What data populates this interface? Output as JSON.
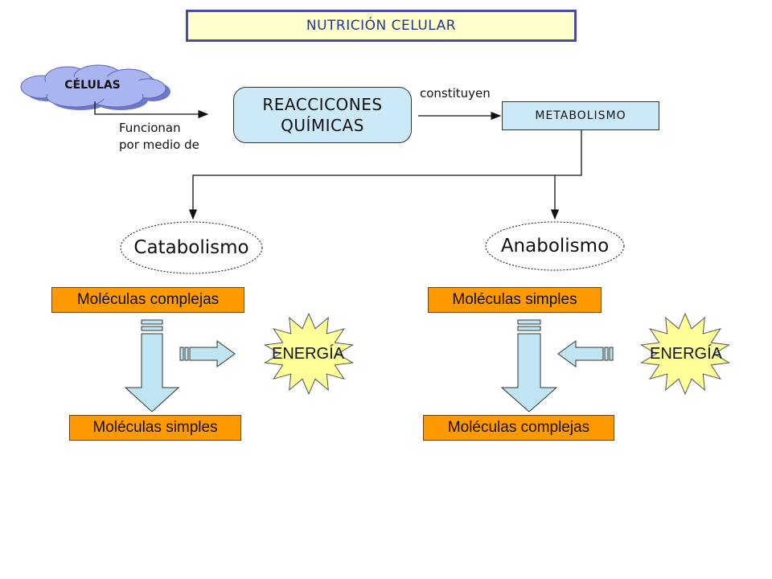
{
  "title": "NUTRICIÓN CELULAR",
  "cells": {
    "label": "CÉLULAS"
  },
  "function_label_line1": "Funcionan",
  "function_label_line2": "por medio de",
  "reactions": {
    "line1": "REACCICONES",
    "line2": "QUÍMICAS"
  },
  "constitute_label": "constituyen",
  "metabolism": "METABOLISMO",
  "catabolism": {
    "title": "Catabolismo",
    "from": "Moléculas complejas",
    "to": "Moléculas simples",
    "energy": "ENERGÍA"
  },
  "anabolism": {
    "title": "Anabolismo",
    "from": "Moléculas simples",
    "to": "Moléculas complejas",
    "energy": "ENERGÍA"
  },
  "colors": {
    "title_bg": "#ffffcc",
    "title_border": "#4a4aa8",
    "cloud": "#a9b4f0",
    "box_blue": "#cce9f7",
    "molecule": "#ff9900",
    "arrow_fill": "#bfe4f2",
    "starburst": "#ffff99"
  }
}
